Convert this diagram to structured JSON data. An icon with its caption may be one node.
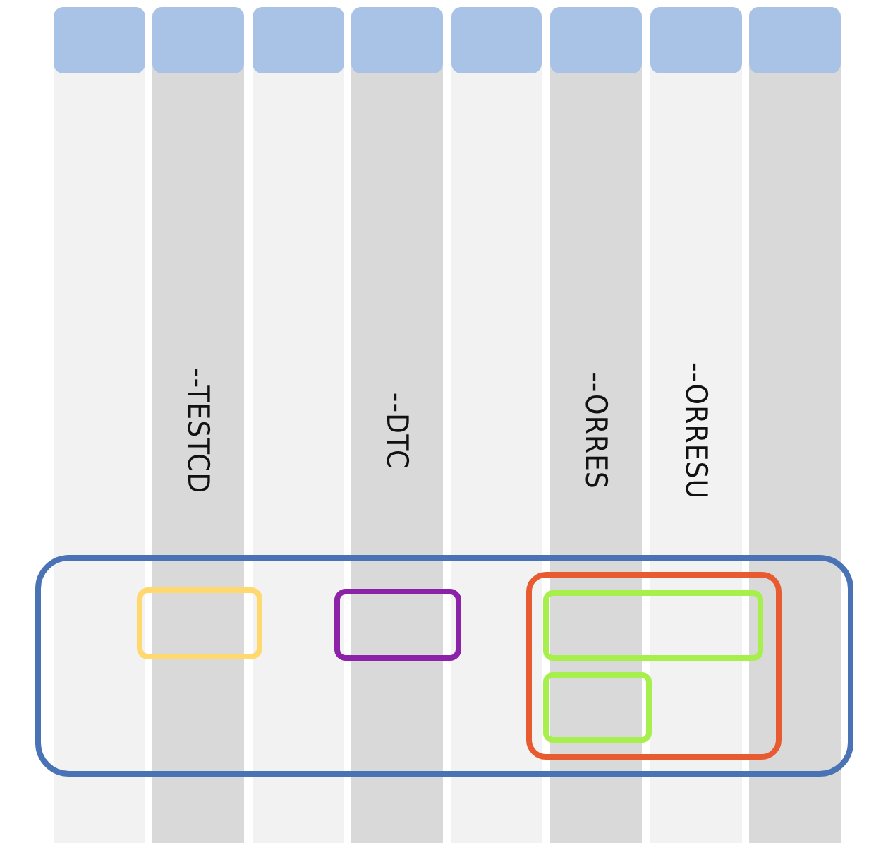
{
  "diagram": {
    "nodes": [
      {
        "text": [],
        "shape": "bar"
      },
      {
        "text": [
          "--TESTCD"
        ]
      },
      {
        "text": [],
        "shape": "bar"
      },
      {
        "text": [
          "--DTC"
        ]
      },
      {
        "text": [],
        "shape": "bar"
      },
      {
        "text": [
          "--ORRES"
        ]
      },
      {
        "text": [
          "--ORRESU"
        ]
      },
      {
        "text": [],
        "shape": "bar"
      },
      {
        "text": [],
        "shape": "box"
      },
      {
        "text": [],
        "shape": "box",
        "in": 8
      },
      {
        "text": [],
        "shape": "box",
        "in": 8
      },
      {
        "text": [],
        "shape": "box",
        "in": 8
      },
      {
        "text": [],
        "shape": "box",
        "in": 11
      },
      {
        "text": [],
        "shape": "box",
        "in": 11
      }
    ]
  }
}
